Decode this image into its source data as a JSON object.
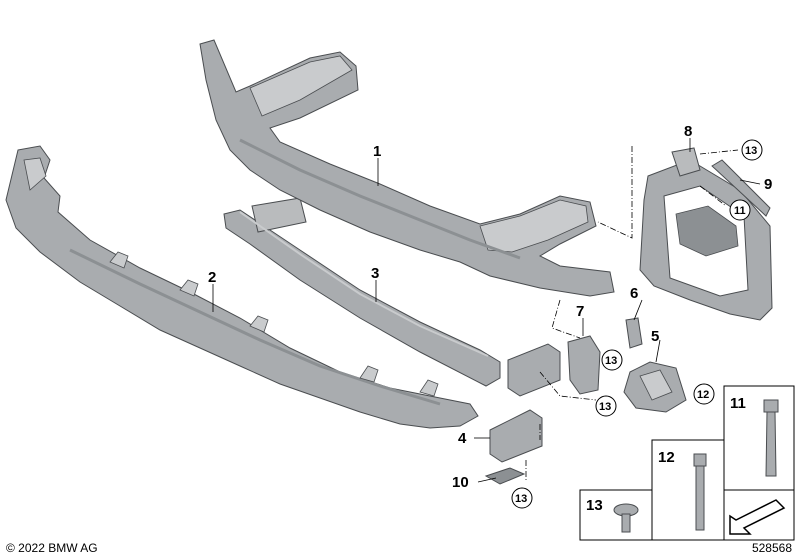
{
  "labels": {
    "p1": "1",
    "p2": "2",
    "p3": "3",
    "p4": "4",
    "p5": "5",
    "p6": "6",
    "p7": "7",
    "p8": "8",
    "p9": "9",
    "p10": "10",
    "p11": "11",
    "p12": "12",
    "c13a": "13",
    "c11": "11",
    "c13b": "13",
    "c13c": "13",
    "c12": "12",
    "c13d": "13",
    "box11": "11",
    "box12": "12",
    "box13": "13"
  },
  "footer": {
    "copyright": "© 2022 BMW AG",
    "doc_number": "528568"
  },
  "colors": {
    "part_fill": "#a9acaf",
    "part_dark": "#8c9093",
    "part_light": "#c9cbcd",
    "outline": "#4a4d50",
    "box_line": "#000000"
  }
}
